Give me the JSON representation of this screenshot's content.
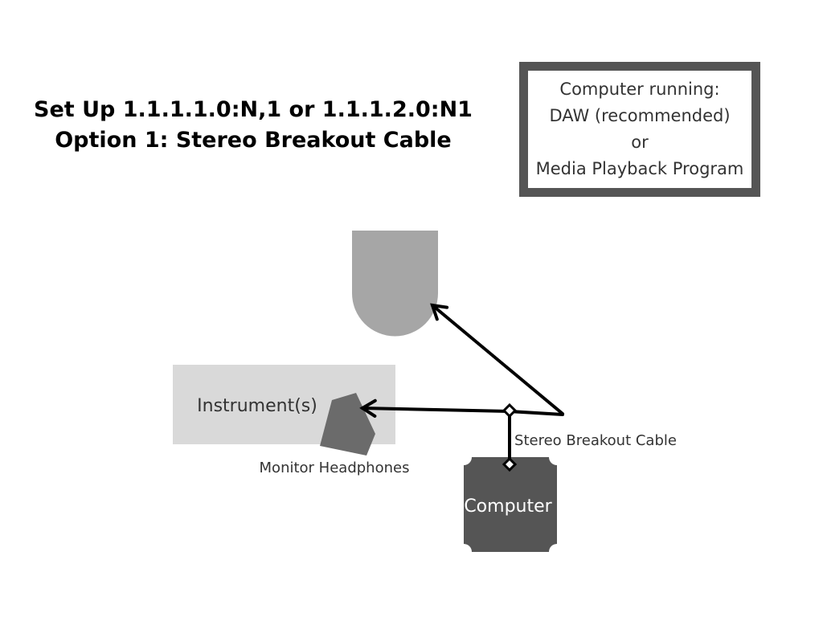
{
  "title": {
    "line1": "Set Up 1.1.1.1.0:N,1 or 1.1.1.2.0:N1",
    "line2": "Option 1: Stereo Breakout Cable"
  },
  "info_box": {
    "lines": [
      "Computer running:",
      "DAW (recommended)",
      "or",
      "Media Playback Program"
    ]
  },
  "nodes": {
    "instrument": "Instrument(s)",
    "monitor_headphones": "Monitor Headphones",
    "computer": "Computer",
    "cable": "Stereo Breakout Cable"
  },
  "colors": {
    "instrument_fill": "#d9d9d9",
    "speaker_fill": "#a6a6a6",
    "headphones_fill": "#6b6b6b",
    "computer_fill": "#555555",
    "frame": "#555555",
    "line": "#000000"
  }
}
